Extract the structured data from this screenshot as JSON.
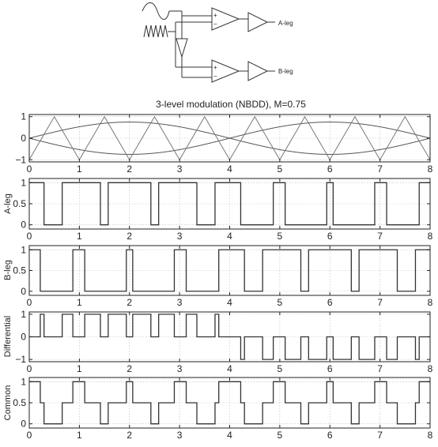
{
  "circuit": {
    "label_a": "A-leg",
    "label_b": "B-leg",
    "sign_plus": "+",
    "sign_minus": "−"
  },
  "chart_data": [
    {
      "type": "line",
      "title": "3-level modulation (NBDD), M=0.75",
      "ylabel": "",
      "xlim": [
        0,
        8
      ],
      "ylim": [
        -1.1,
        1.1
      ],
      "xticks": [
        0,
        1,
        2,
        3,
        4,
        5,
        6,
        7,
        8
      ],
      "yticks": [
        -1,
        0,
        1
      ],
      "grid": true,
      "series": [
        {
          "kind": "sine",
          "amplitude": 0.75,
          "period": 8,
          "phase": 0
        },
        {
          "kind": "sine",
          "amplitude": -0.75,
          "period": 8,
          "phase": 0
        },
        {
          "kind": "triangle",
          "period": 1,
          "min": -1,
          "max": 1
        }
      ]
    },
    {
      "type": "line",
      "ylabel": "A-leg",
      "xlim": [
        0,
        8
      ],
      "ylim": [
        -0.1,
        1.1
      ],
      "xticks": [
        0,
        1,
        2,
        3,
        4,
        5,
        6,
        7,
        8
      ],
      "yticks": [
        0,
        0.5,
        1
      ],
      "grid": true,
      "derived": "A"
    },
    {
      "type": "line",
      "ylabel": "B-leg",
      "xlim": [
        0,
        8
      ],
      "ylim": [
        -0.1,
        1.1
      ],
      "xticks": [
        0,
        1,
        2,
        3,
        4,
        5,
        6,
        7,
        8
      ],
      "yticks": [
        0,
        0.5,
        1
      ],
      "grid": true,
      "derived": "B"
    },
    {
      "type": "line",
      "ylabel": "Differential",
      "xlim": [
        0,
        8
      ],
      "ylim": [
        -1.1,
        1.1
      ],
      "xticks": [
        0,
        1,
        2,
        3,
        4,
        5,
        6,
        7,
        8
      ],
      "yticks": [
        -1,
        0,
        1
      ],
      "grid": true,
      "derived": "A-B"
    },
    {
      "type": "line",
      "ylabel": "Common",
      "xlim": [
        0,
        8
      ],
      "ylim": [
        -0.1,
        1.1
      ],
      "xticks": [
        0,
        1,
        2,
        3,
        4,
        5,
        6,
        7,
        8
      ],
      "yticks": [
        0,
        0.5,
        1
      ],
      "grid": true,
      "derived": "(A+B)/2"
    }
  ]
}
